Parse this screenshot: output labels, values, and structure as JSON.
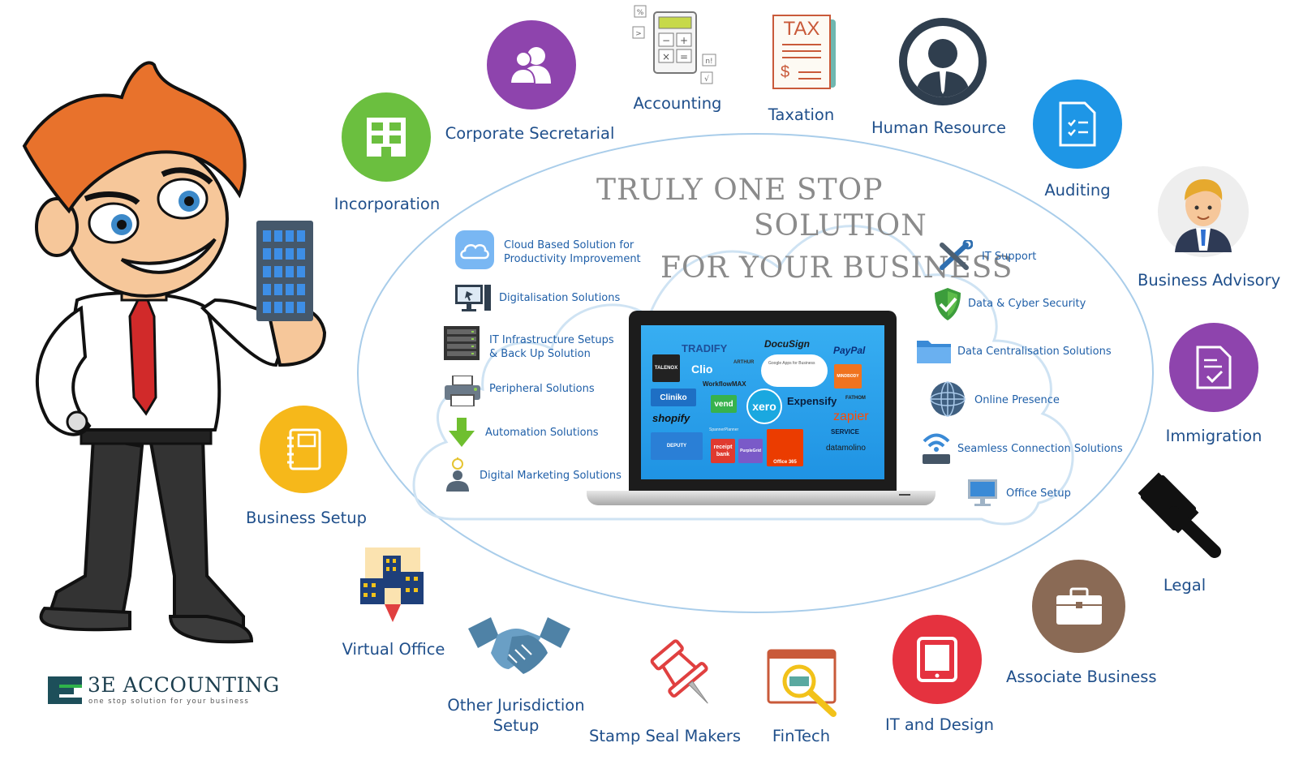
{
  "headline": {
    "line1": "Truly One Stop",
    "line2": "Solution",
    "line3": "For Your Business"
  },
  "services": {
    "incorporation": "Incorporation",
    "corporate_secretarial": "Corporate Secretarial",
    "accounting": "Accounting",
    "taxation": "Taxation",
    "human_resource": "Human Resource",
    "auditing": "Auditing",
    "business_advisory": "Business Advisory",
    "immigration": "Immigration",
    "legal": "Legal",
    "associate_business": "Associate Business",
    "it_and_design": "IT and Design",
    "fintech": "FinTech",
    "stamp_seal_makers": "Stamp Seal Makers",
    "other_jurisdiction_line1": "Other Jurisdiction",
    "other_jurisdiction_line2": "Setup",
    "virtual_office": "Virtual Office",
    "business_setup": "Business Setup"
  },
  "tax_icon_text": "TAX",
  "left_solutions": {
    "cloud_line1": "Cloud Based Solution for",
    "cloud_line2": "Productivity Improvement",
    "digitalisation": "Digitalisation Solutions",
    "it_infra_line1": "IT Infrastructure Setups",
    "it_infra_line2": "& Back Up Solution",
    "peripheral": "Peripheral Solutions",
    "automation": "Automation Solutions",
    "digital_marketing": "Digital Marketing Solutions"
  },
  "right_solutions": {
    "it_support": "IT Support",
    "data_cyber": "Data & Cyber Security",
    "data_centralisation": "Data Centralisation Solutions",
    "online_presence": "Online Presence",
    "seamless": "Seamless Connection Solutions",
    "office_setup": "Office Setup"
  },
  "screen_brands": {
    "tradify": "TRADIFY",
    "docusign": "DocuSign",
    "paypal": "PayPal",
    "talenox": "TALENOX",
    "clio": "Clio",
    "arthur": "ARTHUR",
    "workflowmax": "WorkflowMAX",
    "google_apps": "Google Apps for Business",
    "mindbody": "MINDBODY",
    "cliniko": "Cliniko",
    "vend": "vend",
    "xero": "xero",
    "expensify": "Expensify",
    "fathom": "FATHOM",
    "zapier": "zapier",
    "shopify": "shopify",
    "spanner": "SpannerPlanner",
    "service": "SERVICE",
    "deputy": "DEPUTY",
    "receipt_bank": "receipt bank",
    "purplegrid": "PurpleGrid",
    "office365": "Office 365",
    "datamolino": "datamolino"
  },
  "brand": {
    "name": "3E ACCOUNTING",
    "tagline": "one stop solution for your business"
  },
  "colors": {
    "label_blue": "#1f4f8b",
    "incorporation_green": "#6bbf3f",
    "corporate_purple": "#8e44ad",
    "auditing_blue": "#1e96e6",
    "business_setup_yellow": "#f6b81a",
    "immigration_purple": "#8e44ad",
    "associate_brown": "#8a6a55",
    "it_design_red": "#e5323f"
  }
}
